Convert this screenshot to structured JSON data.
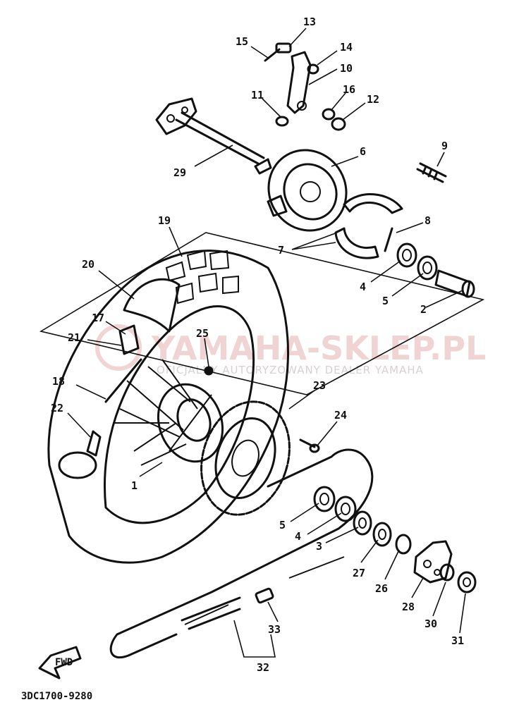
{
  "diagram": {
    "part_callouts": {
      "p1": "1",
      "p2": "2",
      "p3": "3",
      "p4a": "4",
      "p4b": "4",
      "p5a": "5",
      "p5b": "5",
      "p6": "6",
      "p7": "7",
      "p8": "8",
      "p9": "9",
      "p10": "10",
      "p11": "11",
      "p12": "12",
      "p13": "13",
      "p14": "14",
      "p15": "15",
      "p16": "16",
      "p17": "17",
      "p18": "18",
      "p19": "19",
      "p20": "20",
      "p21": "21",
      "p22": "22",
      "p23": "23",
      "p24": "24",
      "p25": "25",
      "p26": "26",
      "p27": "27",
      "p28": "28",
      "p29": "29",
      "p30": "30",
      "p31": "31",
      "p32": "32",
      "p33": "33"
    },
    "fwd_label": "FWD",
    "drawing_code": "3DC1700-9280"
  },
  "watermark": {
    "text": "YAMAHA-SKLEP.PL",
    "subtitle": "OFICJALNY AUTORYZOWANY DEALER YAMAHA"
  }
}
